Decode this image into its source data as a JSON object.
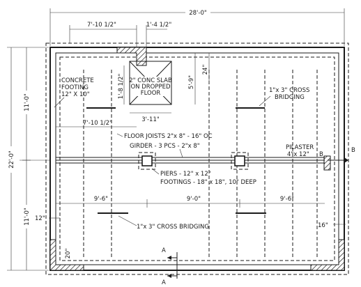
{
  "plan": {
    "dimensions": {
      "overall_width": "28'-0\"",
      "overall_depth": "22'-0\"",
      "upper_half": "11'-0\"",
      "lower_half": "11'-0\"",
      "top_left_run": "7'-10 1/2\"",
      "top_small": "1'-4 1/2\"",
      "slab_offset": "1'-8 1/2\"",
      "slab_depth": "5'-9\"",
      "slab_top": "24\"",
      "slab_width": "3'-11\"",
      "mid_left_run": "7'-10 1/2\"",
      "span_left": "9'-6\"",
      "span_center": "9'-0\"",
      "span_right": "9'-6\"",
      "wall_left": "12\"",
      "wall_right": "16\"",
      "corner": "20\""
    },
    "labels": {
      "concrete_footing_line1": "CONCRETE",
      "concrete_footing_line2": "FOOTING",
      "concrete_footing_line3": "12\" X 10\"",
      "slab_line1": "2\" CONC SLAB",
      "slab_line2": "ON DROPPED",
      "slab_line3": "FLOOR",
      "bridging_top_line1": "1\"x 3\" CROSS",
      "bridging_top_line2": "BRIDGING",
      "floor_joists": "FLOOR JOISTS 2\"x 8\" - 16\" OC",
      "girder": "GIRDER - 3 PCS - 2\"x 8\"",
      "pilaster_line1": "PILASTER",
      "pilaster_line2": "4\"x 12\"",
      "piers": "PIERS - 12\" x 12\"",
      "footings": "FOOTINGS - 18\" x 18\", 10\" DEEP",
      "bridging_bottom": "1\"x 3\" CROSS BRIDGING",
      "section_b": "B",
      "section_a": "A"
    }
  }
}
